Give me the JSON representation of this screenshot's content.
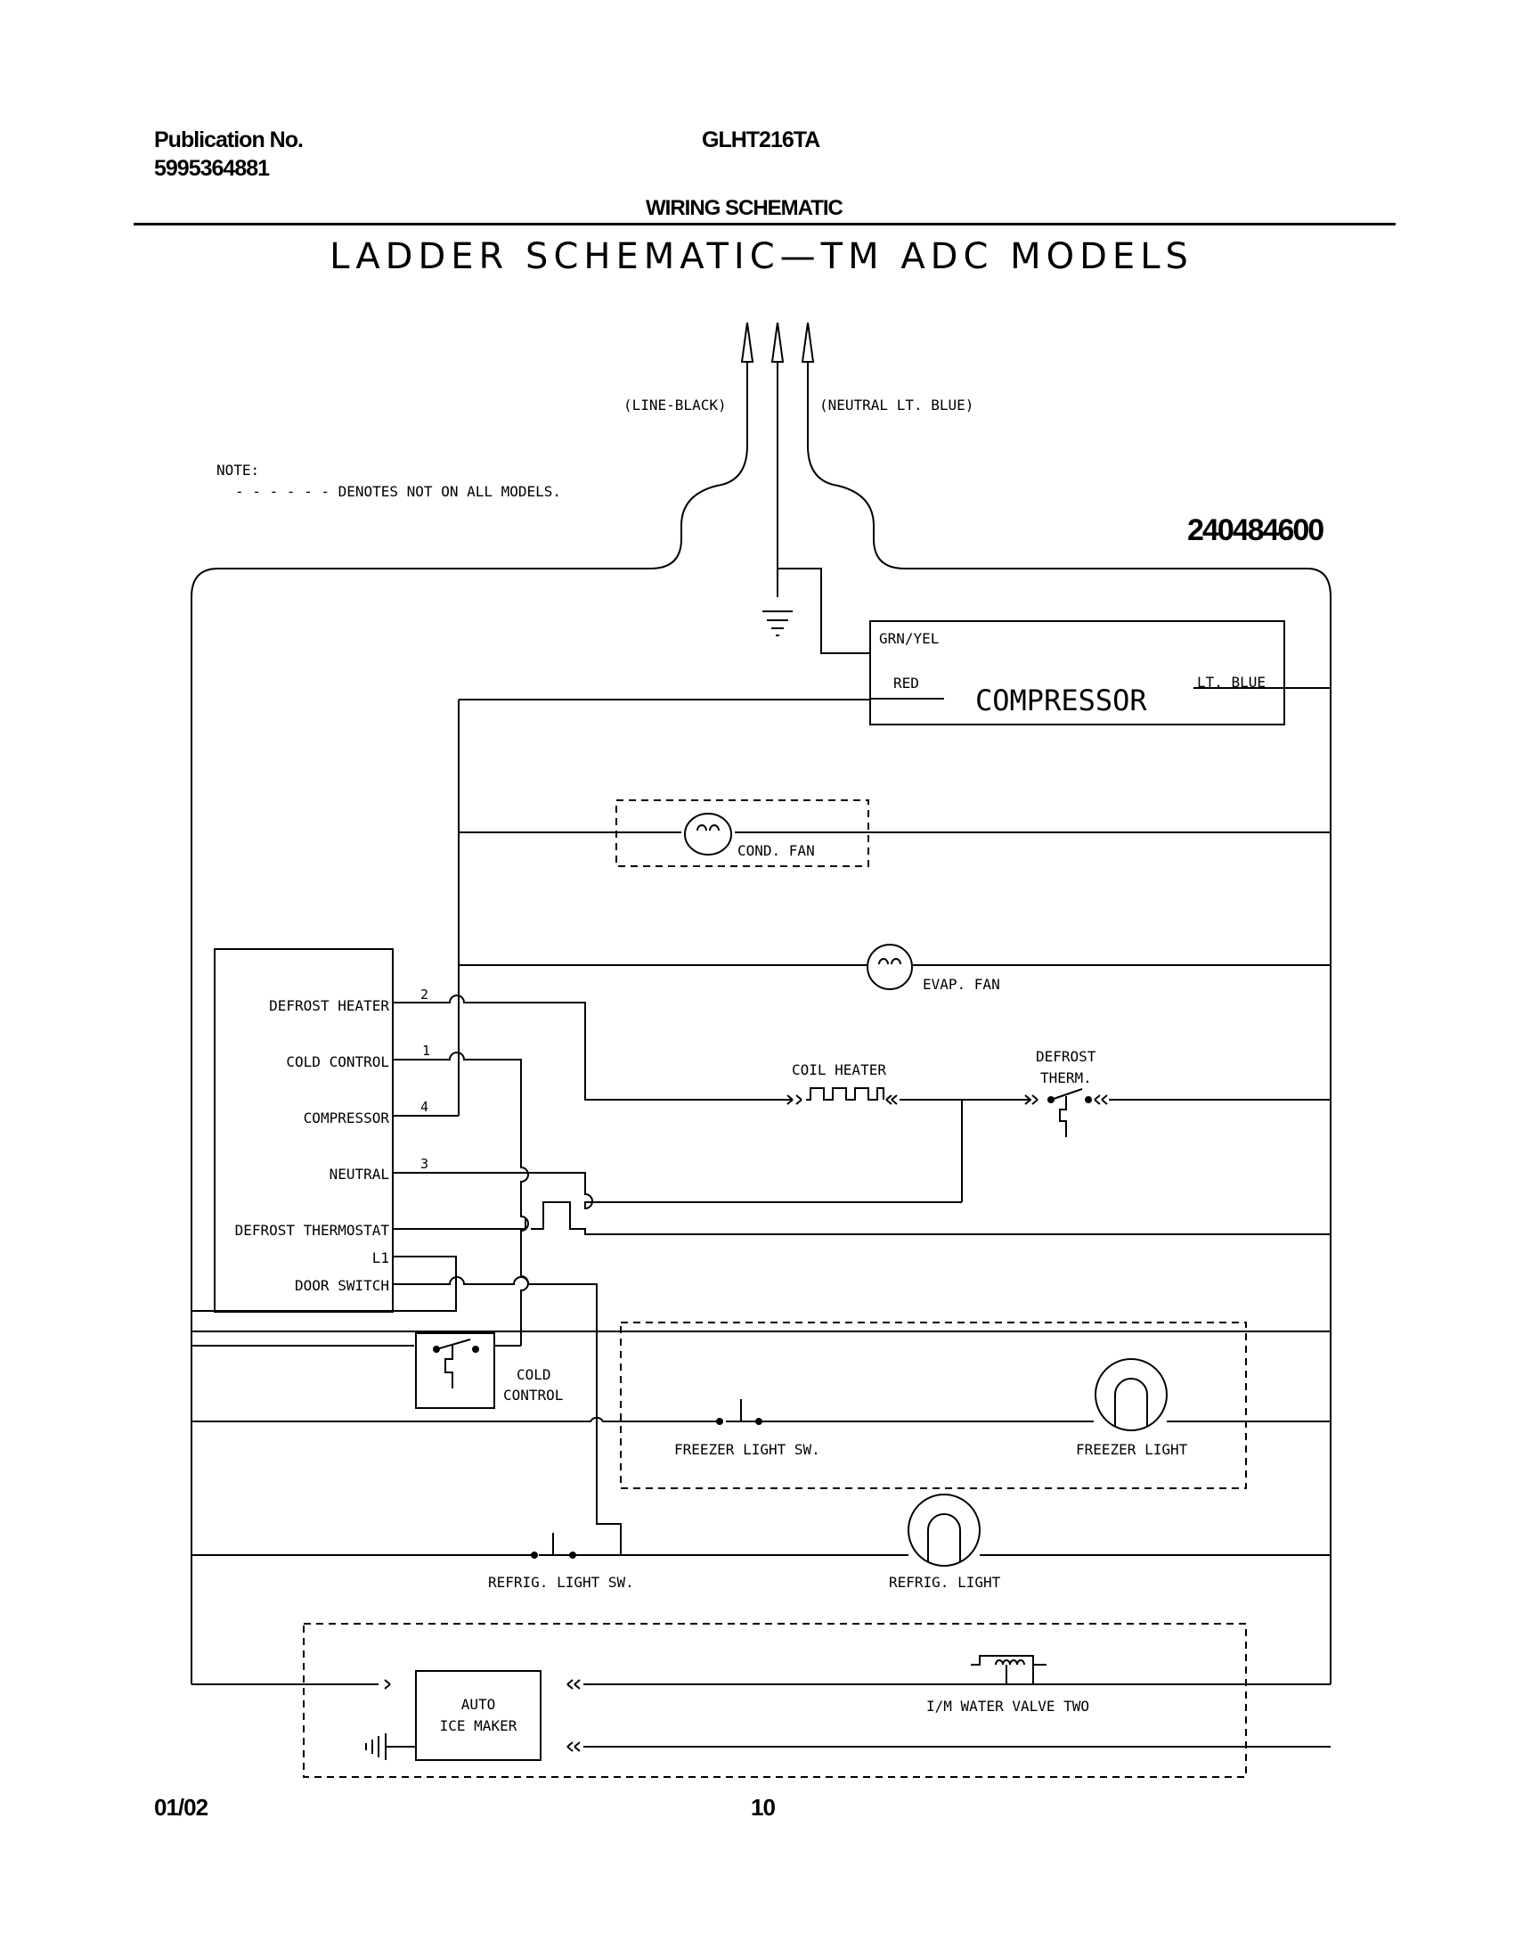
{
  "header": {
    "publication_label": "Publication No.",
    "publication_number": "5995364881",
    "model": "GLHT216TA",
    "section": "WIRING SCHEMATIC"
  },
  "diagram": {
    "title": "LADDER SCHEMATIC—TM ADC MODELS",
    "part_number": "240484600",
    "note_label": "NOTE:",
    "note_text": "- - - - - - DENOTES NOT ON ALL MODELS.",
    "supply": {
      "line_label": "(LINE-BLACK)",
      "neutral_label": "(NEUTRAL LT. BLUE)"
    },
    "compressor": {
      "name": "COMPRESSOR",
      "grn_yel": "GRN/YEL",
      "red": "RED",
      "lt_blue": "LT. BLUE"
    },
    "components": {
      "cond_fan": "COND. FAN",
      "evap_fan": "EVAP. FAN",
      "coil_heater": "COIL HEATER",
      "defrost_therm_1": "DEFROST",
      "defrost_therm_2": "THERM.",
      "cold_control_1": "COLD",
      "cold_control_2": "CONTROL",
      "freezer_light_sw": "FREEZER LIGHT SW.",
      "freezer_light": "FREEZER LIGHT",
      "refrig_light_sw": "REFRIG. LIGHT SW.",
      "refrig_light": "REFRIG. LIGHT",
      "ice_maker_1": "AUTO",
      "ice_maker_2": "ICE MAKER",
      "water_valve": "I/M WATER VALVE TWO"
    },
    "adc_board": {
      "terminals": [
        "DEFROST HEATER",
        "COLD CONTROL",
        "COMPRESSOR",
        "NEUTRAL",
        "DEFROST THERMOSTAT",
        "L1",
        "DOOR SWITCH"
      ],
      "pin_numbers": [
        "2",
        "1",
        "4",
        "3"
      ]
    }
  },
  "footer": {
    "date": "01/02",
    "page": "10"
  }
}
